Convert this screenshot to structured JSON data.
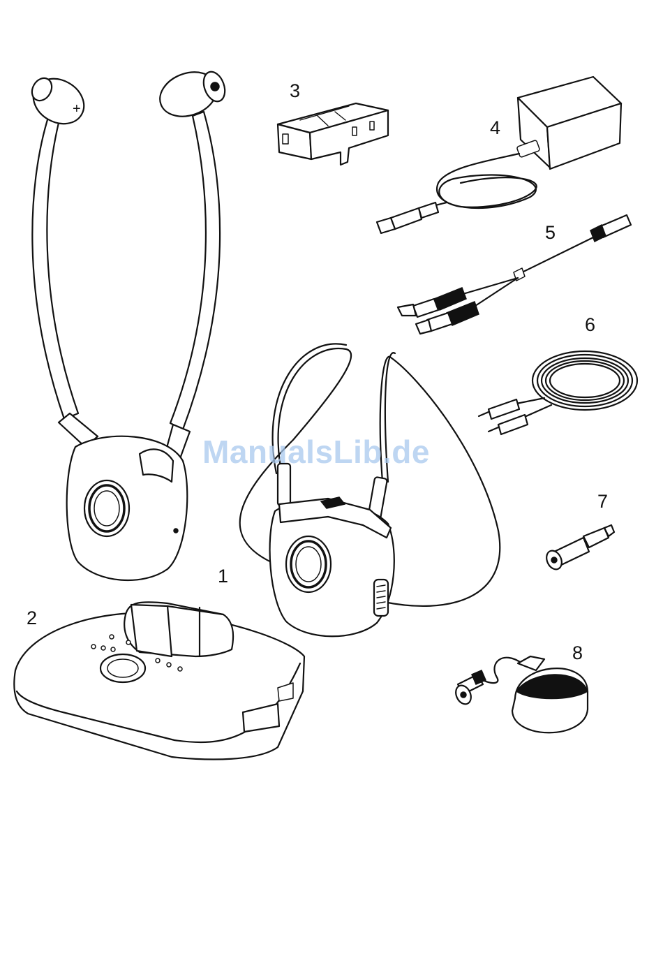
{
  "labels": {
    "item1": "1",
    "item2": "2",
    "item3": "3",
    "item4": "4",
    "item5": "5",
    "item6": "6",
    "item7": "7",
    "item8": "8"
  },
  "watermark": "ManualsLib.de",
  "colors": {
    "line": "#111111",
    "background": "#ffffff",
    "watermark": "#a9c9ee"
  }
}
